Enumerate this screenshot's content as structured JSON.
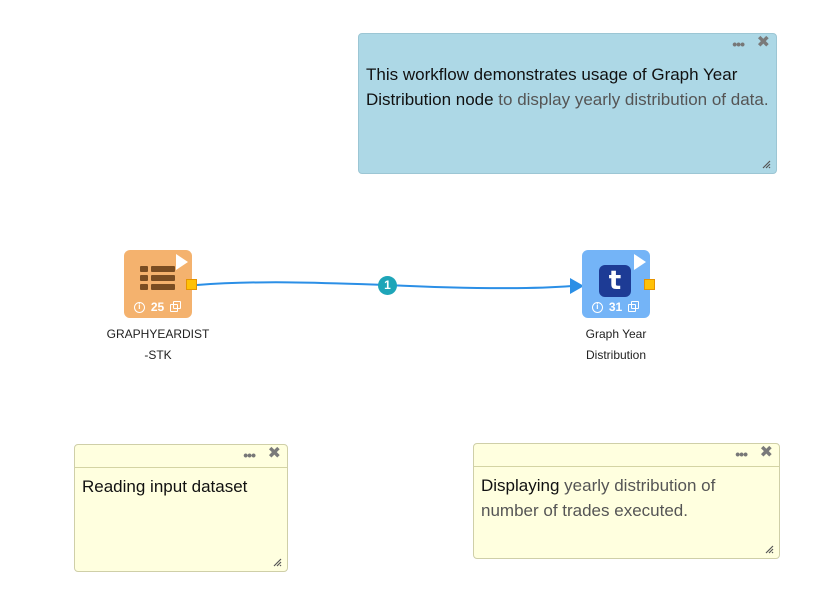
{
  "notes": {
    "top": {
      "bold": "This workflow demonstrates usage of Graph Year Distribution node",
      "rest": " to display yearly distribution of data."
    },
    "bottom_left": {
      "text": "Reading input dataset"
    },
    "bottom_right": {
      "bold": "Displaying",
      "rest": " yearly distribution of number of trades executed."
    },
    "dots": "•••",
    "close": "✖"
  },
  "nodes": {
    "input": {
      "count": "25",
      "label_line1": "GRAPHYEARDIST",
      "label_line2": "-STK",
      "icon": "table-icon"
    },
    "graph": {
      "count": "31",
      "label_line1": "Graph Year",
      "label_line2": "Distribution",
      "icon_letter": "t"
    }
  },
  "edge": {
    "badge": "1"
  },
  "colors": {
    "note_blue": "#add8e6",
    "note_yellow": "#ffffdf",
    "input_node": "#f4b26e",
    "graph_node": "#74b4f7",
    "edge": "#2b8fe6",
    "edge_badge": "#1ea5b8"
  }
}
